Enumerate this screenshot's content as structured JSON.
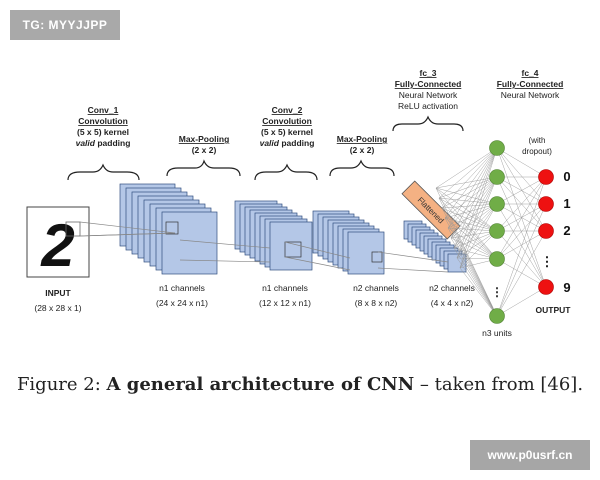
{
  "watermarks": {
    "top": "TG: MYYJJPP",
    "bottom": "www.p0usrf.cn"
  },
  "caption": {
    "prefix": "Figure 2: ",
    "bold": "A general architecture of CNN",
    "suffix": " – taken from [46]."
  },
  "layers": {
    "conv1": {
      "name": "Conv_1",
      "type": "Convolution",
      "kernel": "(5 x 5) kernel",
      "pad_em": "valid",
      "pad": " padding"
    },
    "pool1": {
      "name": "Max-Pooling",
      "size": "(2 x 2)"
    },
    "conv2": {
      "name": "Conv_2",
      "type": "Convolution",
      "kernel": "(5 x 5) kernel",
      "pad_em": "valid",
      "pad": " padding"
    },
    "pool2": {
      "name": "Max-Pooling",
      "size": "(2 x 2)"
    },
    "fc3": {
      "name": "fc_3",
      "type": "Fully-Connected",
      "sub1": "Neural Network",
      "sub2": "ReLU activation"
    },
    "fc4": {
      "name": "fc_4",
      "type": "Fully-Connected",
      "sub1": "Neural Network"
    }
  },
  "dropout": {
    "line1": "(with",
    "line2": "dropout)"
  },
  "flattened": "Flattened",
  "bottom_labels": {
    "input": {
      "name": "INPUT",
      "dims": "(28 x 28 x 1)"
    },
    "c1": {
      "name": "n1 channels",
      "dims": "(24 x 24 x n1)"
    },
    "p1": {
      "name": "n1 channels",
      "dims": "(12 x 12 x n1)"
    },
    "c2": {
      "name": "n2 channels",
      "dims": "(8 x 8 x n2)"
    },
    "p2": {
      "name": "n2 channels",
      "dims": "(4 x 4 x n2)"
    },
    "units": "n3 units",
    "output": "OUTPUT"
  },
  "input_digit": "2",
  "outputs": [
    "0",
    "1",
    "2",
    "⋮",
    "9"
  ],
  "colors": {
    "map_fill": "#b4c7e7",
    "map_stroke": "#2f4f7f",
    "node_green": "#70ad47",
    "node_red": "#ee1111",
    "flat_fill": "#f4b183"
  }
}
